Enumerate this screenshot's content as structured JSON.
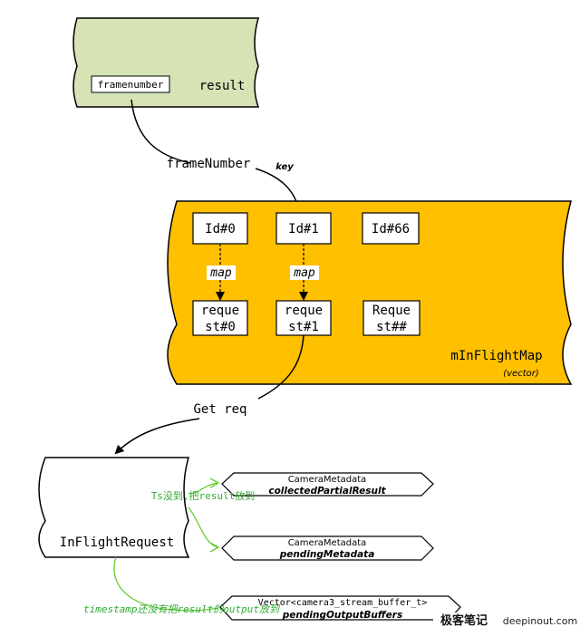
{
  "result_shape": {
    "label": "result",
    "inner_box": "framenumber",
    "fill": "#d5e3b5"
  },
  "edge_framenumber": {
    "label": "frameNumber",
    "tag": "key"
  },
  "map_shape": {
    "label": "mInFlightMap",
    "sublabel": "(vector)",
    "fill": "#ffc000",
    "ids": [
      "Id#0",
      "Id#1",
      "Id#66"
    ],
    "requests": [
      {
        "line1": "reque",
        "line2": "st#0"
      },
      {
        "line1": "reque",
        "line2": "st#1"
      },
      {
        "line1": "Reque",
        "line2": "st##"
      }
    ],
    "map_labels": [
      "map",
      "map"
    ]
  },
  "edge_getreq": {
    "label": "Get req"
  },
  "inflight": {
    "label": "InFlightRequest"
  },
  "hexes": [
    {
      "line1": "CameraMetadata",
      "line2": "collectedPartialResult"
    },
    {
      "line1": "CameraMetadata",
      "line2": "pendingMetadata"
    },
    {
      "line1": "Vector<camera3_stream_buffer_t>",
      "line2": "pendingOutputBuffers"
    }
  ],
  "notes": {
    "ts_note": "Ts没到,把result放到",
    "timestamp_note": "timestamp还没有把result的output放到",
    "note_color": "#33aa33"
  },
  "watermark": {
    "brand": "极客笔记",
    "site": "deepinout.com"
  }
}
